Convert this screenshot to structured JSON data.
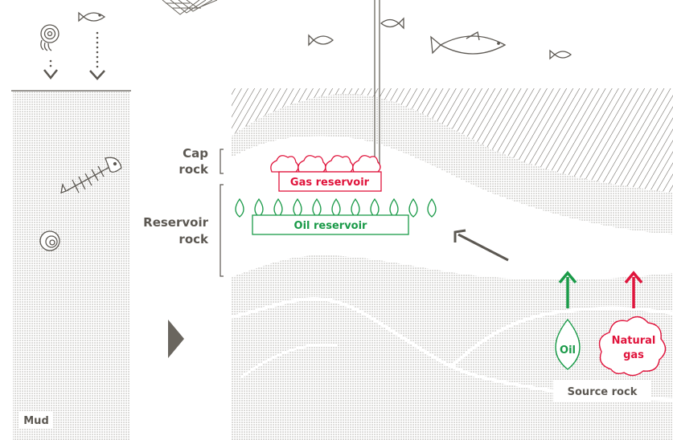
{
  "labels": {
    "cap_rock_line1": "Cap",
    "cap_rock_line2": "rock",
    "reservoir_rock_line1": "Reservoir",
    "reservoir_rock_line2": "rock",
    "gas_reservoir": "Gas reservoir",
    "oil_reservoir": "Oil reservoir",
    "oil_drop": "Oil",
    "natural_gas_line1": "Natural",
    "natural_gas_line2": "gas",
    "source_rock": "Source rock",
    "mud": "Mud"
  },
  "colors": {
    "ink": "#5c5852",
    "oil": "#1a9a48",
    "gas": "#e0143c",
    "dots": "#8d8a84"
  }
}
